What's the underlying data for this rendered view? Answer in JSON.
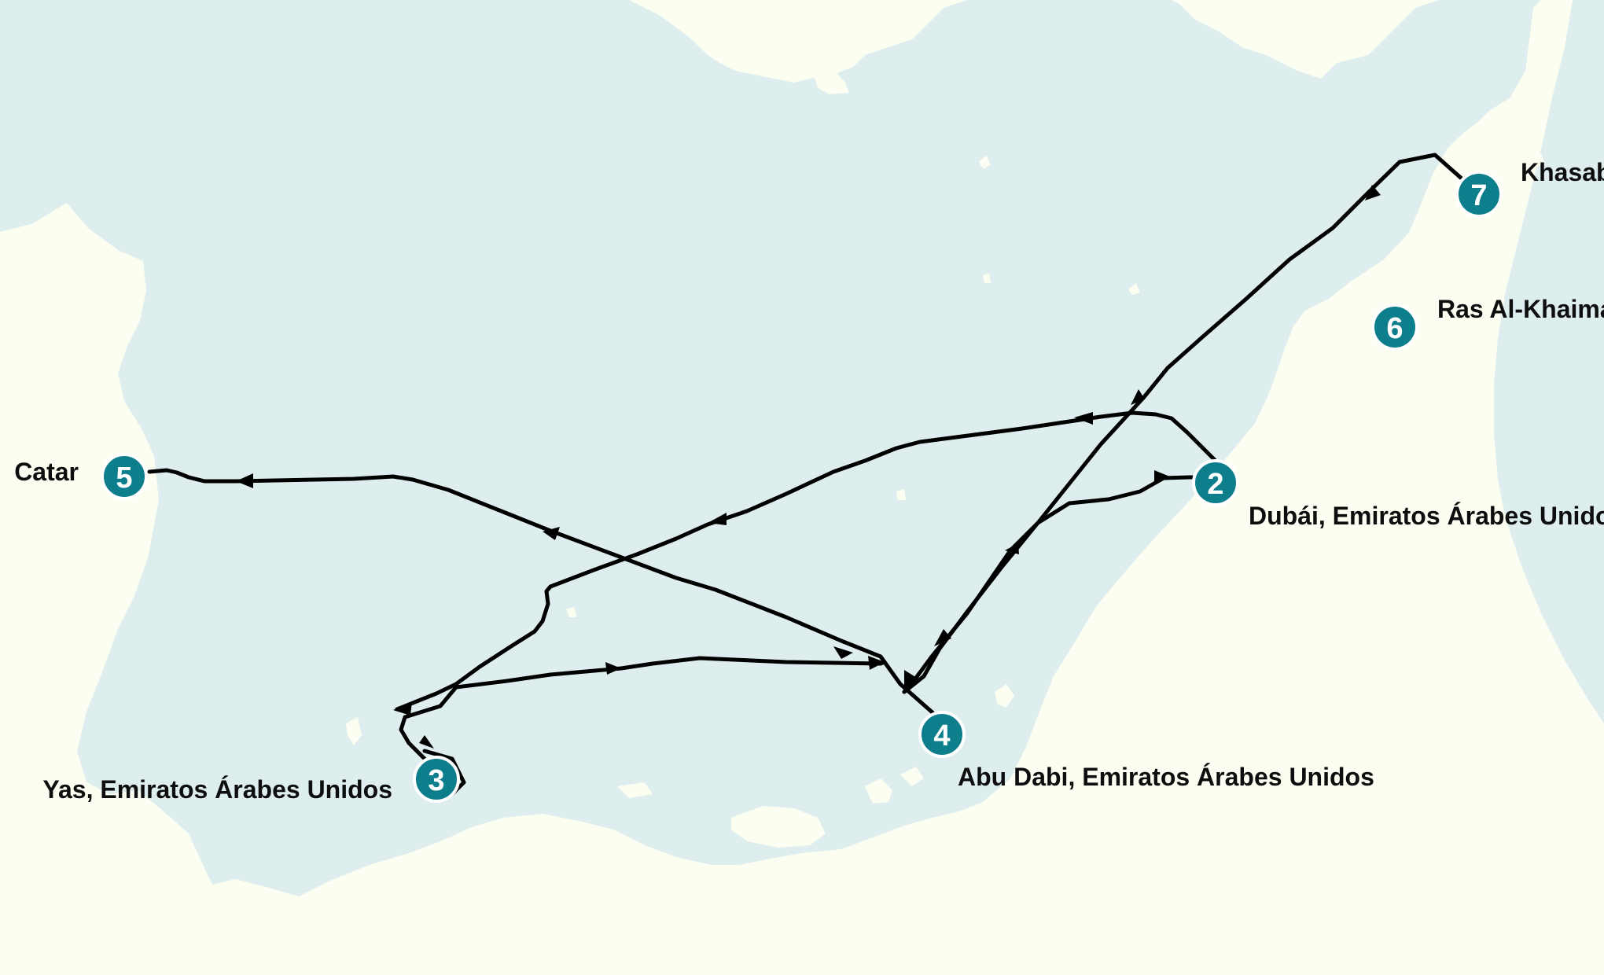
{
  "colors": {
    "land": "#fdfef2",
    "water": "#deeeee",
    "marker": "#0d7f8c",
    "route": "#000000"
  },
  "stops": [
    {
      "id": "stop-2",
      "number": "2",
      "label": "Dubái, Emiratos Árabes Unidos"
    },
    {
      "id": "stop-3",
      "number": "3",
      "label": "Yas, Emiratos Árabes Unidos"
    },
    {
      "id": "stop-4",
      "number": "4",
      "label": "Abu Dabi, Emiratos Árabes Unidos"
    },
    {
      "id": "stop-5",
      "number": "5",
      "label": "Catar"
    },
    {
      "id": "stop-6",
      "number": "6",
      "label": "Ras Al-Khaimah"
    },
    {
      "id": "stop-7",
      "number": "7",
      "label": "Khasab"
    }
  ]
}
